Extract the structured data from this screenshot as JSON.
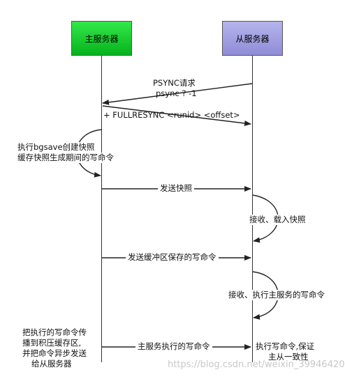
{
  "nodes": {
    "master": "主服务器",
    "slave": "从服务器"
  },
  "messages": {
    "psync_line1": "PSYNC请求",
    "psync_line2": "psync ? -1",
    "fullresync": "+ FULLRESYNC <runid> <offset>",
    "send_snapshot": "发送快照",
    "send_buffer": "发送缓冲区保存的写命令",
    "send_exec": "主服务执行的写命令"
  },
  "notes": {
    "master_bgsave_1": "执行bgsave创建快照",
    "master_bgsave_2": "缓存快照生成期间的写命令",
    "slave_load": "接收、载入快照",
    "slave_exec_master": "接收、执行主服务的写命令",
    "master_propagate_1": "把执行的写命令传",
    "master_propagate_2": "播到积压缓存区,",
    "master_propagate_3": "并把命令异步发送",
    "master_propagate_4": "给从服务器",
    "slave_consistent_1": "执行写命令,保证",
    "slave_consistent_2": "主从一致性"
  },
  "watermark": "https://blog.csdn.net/weixin_39946420",
  "colors": {
    "master_fill": "#1ad02f",
    "slave_fill": "#a3a0e2"
  }
}
